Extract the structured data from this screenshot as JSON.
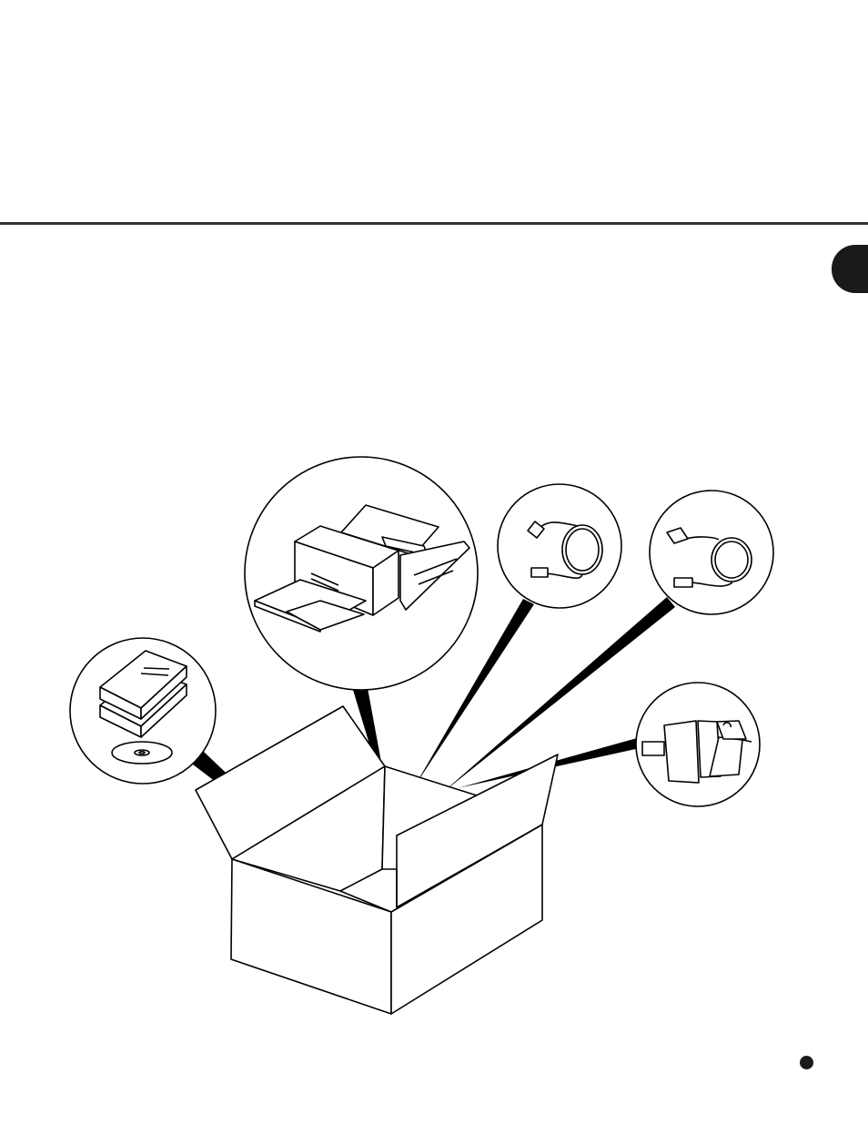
{
  "page": {
    "chapter_tab_color": "#1a1a1a",
    "rule_color": "#333333"
  },
  "illustration": {
    "items": [
      {
        "name": "manuals-and-cd",
        "icon": "book-and-disc-icon"
      },
      {
        "name": "scanner",
        "icon": "scanner-icon"
      },
      {
        "name": "usb-cable",
        "icon": "cable-icon"
      },
      {
        "name": "scsi-cable",
        "icon": "cable-icon"
      },
      {
        "name": "roller",
        "icon": "roller-icon"
      }
    ]
  }
}
